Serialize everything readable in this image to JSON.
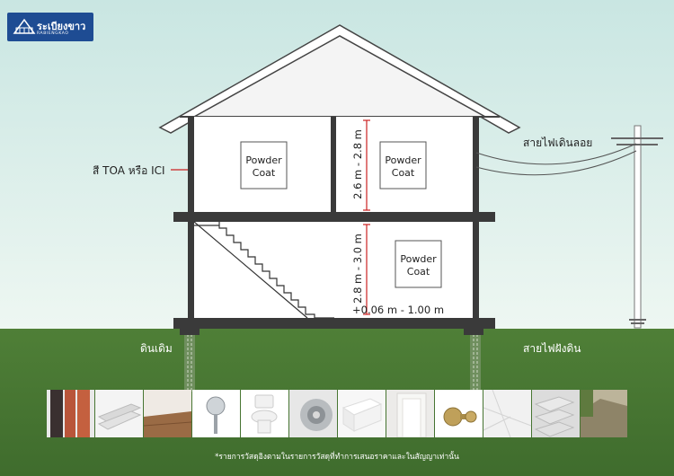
{
  "logo": {
    "name": "ระเบียงขาว",
    "sub": "RABIENGKAO",
    "bg": "#1e4c93"
  },
  "labels": {
    "paint": "สี TOA หรือ ICI",
    "overhead_wire": "สายไฟเดินลอย",
    "original_soil": "ดินเดิม",
    "underground_wire": "สายไฟฝังดิน",
    "upper_height": "2.6 m - 2.8 m",
    "lower_height": "2.8 m - 3.0 m",
    "floor_level": "+0.06 m - 1.00 m",
    "footnote": "*รายการวัสดุอิงตามในรายการวัสดุที่ทำการเสนอราคาและในสัญญาเท่านั้น"
  },
  "rooms": [
    {
      "line1": "Powder",
      "line2": "Coat"
    },
    {
      "line1": "Powder",
      "line2": "Coat"
    },
    {
      "line1": "Powder",
      "line2": "Coat"
    }
  ],
  "materials": [
    {
      "icon": "pipe-icon"
    },
    {
      "icon": "board-icon"
    },
    {
      "icon": "wood-floor-icon"
    },
    {
      "icon": "shower-head-icon"
    },
    {
      "icon": "toilet-icon"
    },
    {
      "icon": "insulation-roll-icon"
    },
    {
      "icon": "foam-block-icon"
    },
    {
      "icon": "door-frame-icon"
    },
    {
      "icon": "door-knob-icon"
    },
    {
      "icon": "marble-tile-icon"
    },
    {
      "icon": "stone-blocks-icon"
    },
    {
      "icon": "landscape-icon"
    }
  ],
  "colors": {
    "sky_top": "#c9e6e2",
    "sky_bottom": "#eaf5f1",
    "grass": "#4e7c38",
    "structure": "#3a3a3a",
    "dimension": "#cc2222"
  }
}
